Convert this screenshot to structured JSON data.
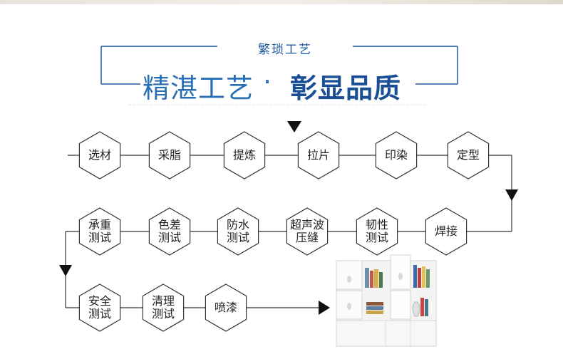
{
  "header": {
    "subtitle": "繁琐工艺",
    "title_main": "精湛工艺",
    "title_sep": "·",
    "title_emphasis": "彰显品质"
  },
  "steps": [
    {
      "lines": [
        "选材"
      ]
    },
    {
      "lines": [
        "采脂"
      ]
    },
    {
      "lines": [
        "提炼"
      ]
    },
    {
      "lines": [
        "拉片"
      ]
    },
    {
      "lines": [
        "印染"
      ]
    },
    {
      "lines": [
        "定型"
      ]
    },
    {
      "lines": [
        "焊接"
      ]
    },
    {
      "lines": [
        "韧性",
        "测试"
      ]
    },
    {
      "lines": [
        "超声波",
        "压缝"
      ]
    },
    {
      "lines": [
        "防水",
        "测试"
      ]
    },
    {
      "lines": [
        "色差",
        "测试"
      ]
    },
    {
      "lines": [
        "承重",
        "测试"
      ]
    },
    {
      "lines": [
        "安全",
        "测试"
      ]
    },
    {
      "lines": [
        "清理",
        "测试"
      ]
    },
    {
      "lines": [
        "喷漆"
      ]
    }
  ],
  "colors": {
    "accent": "#1f5a9e",
    "line": "#333333",
    "hex_fill": "#ffffff"
  },
  "product": {
    "image": "white-cube-storage-cabinet-with-books"
  }
}
